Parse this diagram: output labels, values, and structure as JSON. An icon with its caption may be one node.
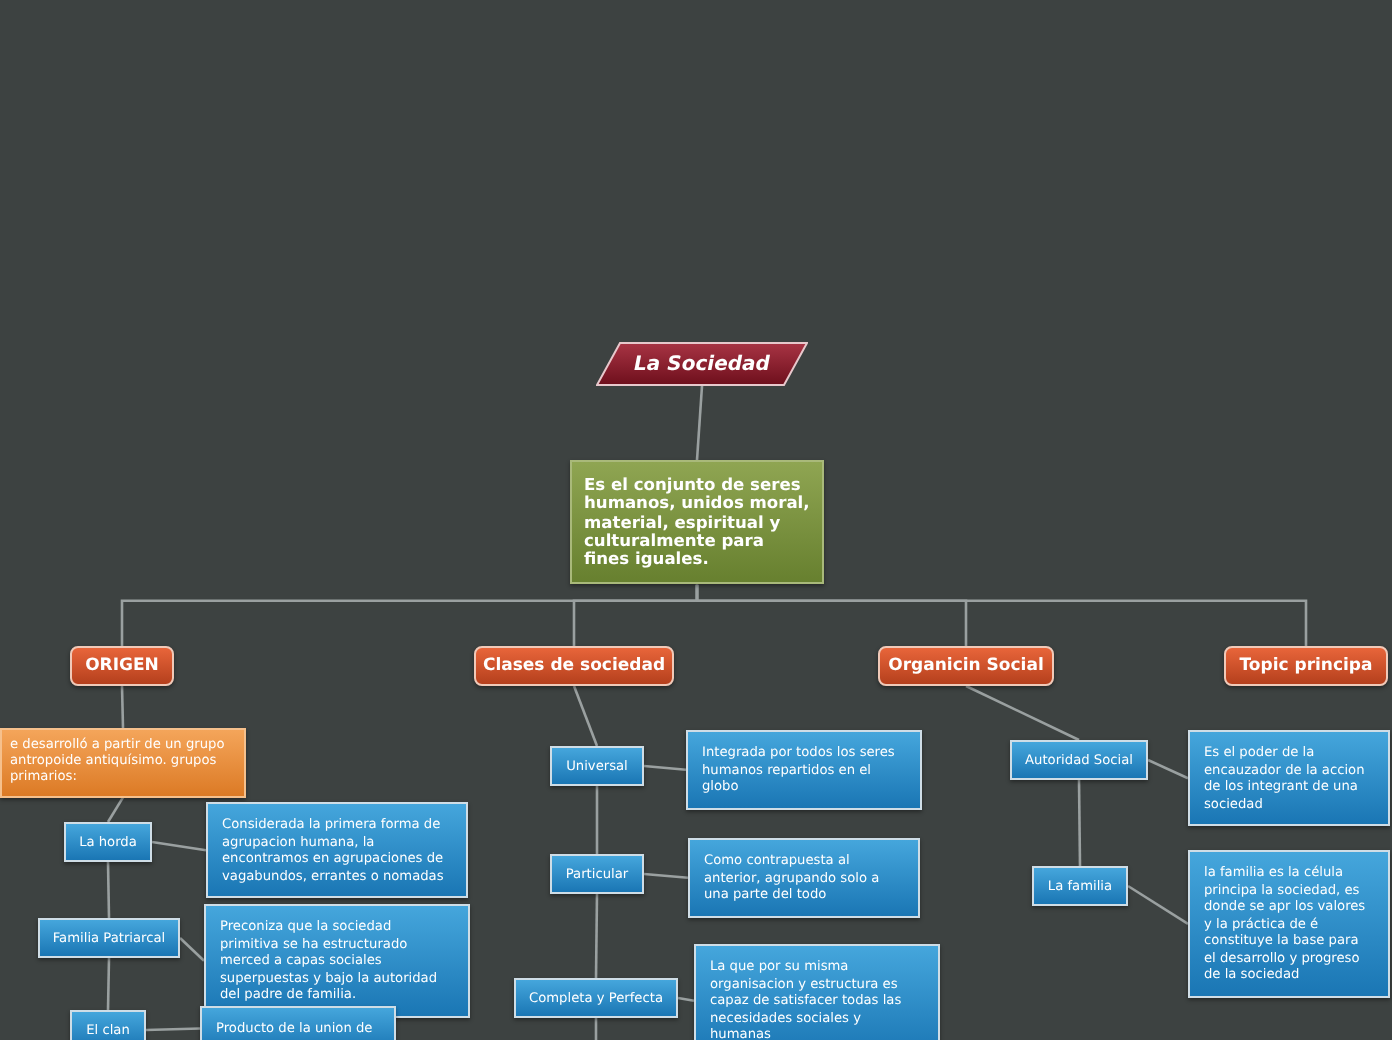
{
  "diagram": {
    "nodes": [
      {
        "text": [
          "La Sociedad"
        ]
      },
      {
        "text": [
          "Es el conjunto de seres humanos, unidos moral, material, espiritual y culturalmente para fines iguales."
        ]
      },
      {
        "text": [
          "ORIGEN"
        ]
      },
      {
        "text": [
          "Clases de sociedad"
        ]
      },
      {
        "text": [
          "Organicin Social"
        ]
      },
      {
        "text": [
          "Topic principa"
        ]
      },
      {
        "text": [
          "e desarrolló a partir de un grupo antropoide antiquísimo. grupos primarios:"
        ]
      },
      {
        "text": [
          "La horda"
        ]
      },
      {
        "text": [
          "Considerada la primera forma de agrupacion humana, la encontramos en agrupaciones de vagabundos, errantes o nomadas"
        ]
      },
      {
        "text": [
          "Familia Patriarcal"
        ]
      },
      {
        "text": [
          "Preconiza que la sociedad primitiva se ha estructurado merced a capas sociales superpuestas y bajo la autoridad del padre de familia."
        ]
      },
      {
        "text": [
          "El clan"
        ]
      },
      {
        "text": [
          "Producto de la union de"
        ]
      },
      {
        "text": [
          "Universal"
        ]
      },
      {
        "text": [
          "Integrada por todos los seres humanos repartidos en el globo"
        ]
      },
      {
        "text": [
          "Particular"
        ]
      },
      {
        "text": [
          "Como contrapuesta al anterior, agrupando solo a una parte del todo"
        ]
      },
      {
        "text": [
          "Completa y Perfecta"
        ]
      },
      {
        "text": [
          "La que por su misma organisacion y estructura es capaz de satisfacer todas las necesidades sociales y humanas"
        ]
      },
      {
        "text": [
          "Autoridad Social"
        ]
      },
      {
        "text": [
          "Es el poder de la encauzador de la accion de los integrant de una sociedad"
        ]
      },
      {
        "text": [
          "La familia"
        ]
      },
      {
        "text": [
          "la familia es la célula principa la sociedad, es donde se apr los valores y la práctica de é constituye la base para el desarrollo y progreso de la sociedad"
        ]
      }
    ],
    "edges": [
      {
        "from": 0,
        "to": 1,
        "arrow": "none"
      },
      {
        "from": 1,
        "to": 2,
        "arrow": "none"
      },
      {
        "from": 1,
        "to": 3,
        "arrow": "none"
      },
      {
        "from": 1,
        "to": 4,
        "arrow": "none"
      },
      {
        "from": 1,
        "to": 5,
        "arrow": "none"
      },
      {
        "from": 2,
        "to": 6,
        "arrow": "none"
      },
      {
        "from": 6,
        "to": 7,
        "arrow": "none"
      },
      {
        "from": 7,
        "to": 8,
        "arrow": "none"
      },
      {
        "from": 7,
        "to": 9,
        "arrow": "none"
      },
      {
        "from": 9,
        "to": 10,
        "arrow": "none"
      },
      {
        "from": 9,
        "to": 11,
        "arrow": "none"
      },
      {
        "from": 11,
        "to": 12,
        "arrow": "none"
      },
      {
        "from": 3,
        "to": 13,
        "arrow": "none"
      },
      {
        "from": 13,
        "to": 14,
        "arrow": "none"
      },
      {
        "from": 13,
        "to": 15,
        "arrow": "none"
      },
      {
        "from": 15,
        "to": 16,
        "arrow": "none"
      },
      {
        "from": 15,
        "to": 17,
        "arrow": "none"
      },
      {
        "from": 17,
        "to": 18,
        "arrow": "none"
      },
      {
        "from": 17,
        "to": null,
        "arrow": "none"
      },
      {
        "from": 4,
        "to": 19,
        "arrow": "none"
      },
      {
        "from": 19,
        "to": 20,
        "arrow": "none"
      },
      {
        "from": 19,
        "to": 21,
        "arrow": "none"
      },
      {
        "from": 21,
        "to": 22,
        "arrow": "none"
      }
    ]
  }
}
